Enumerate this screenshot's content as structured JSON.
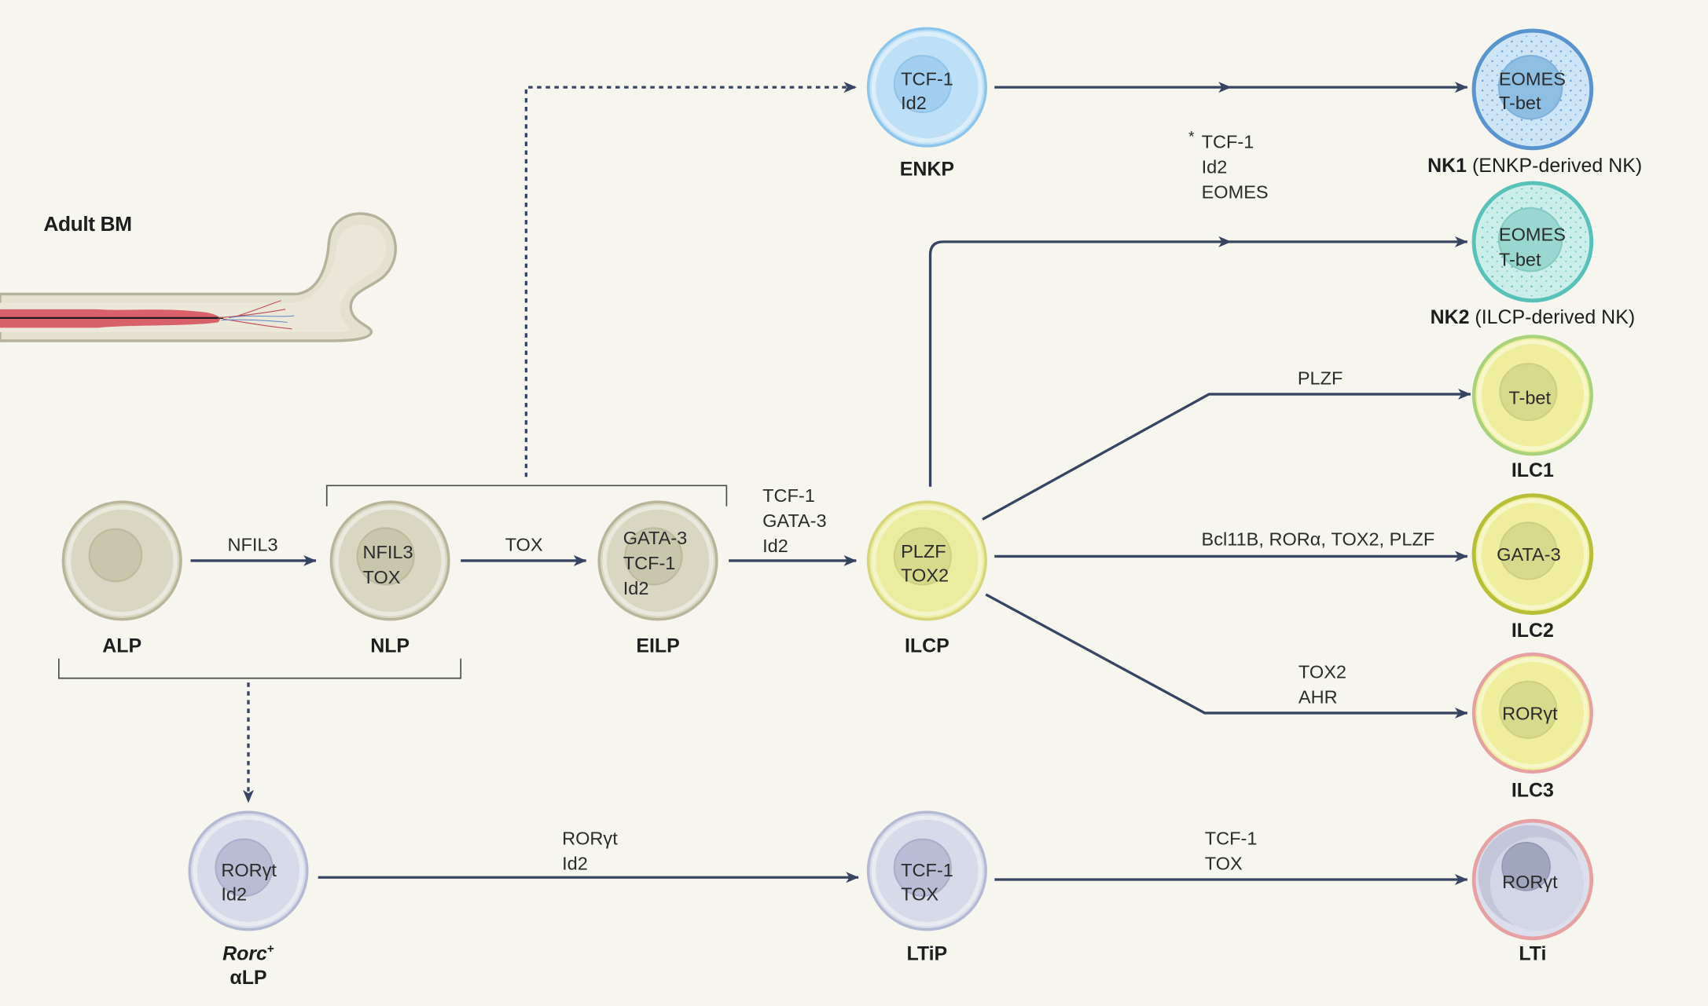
{
  "title": "Adult BM",
  "cells": {
    "alp": {
      "label": "ALP",
      "markers": []
    },
    "nlp": {
      "label": "NLP",
      "markers": [
        "NFIL3",
        "TOX"
      ]
    },
    "eilp": {
      "label": "EILP",
      "markers": [
        "GATA-3",
        "TCF-1",
        "Id2"
      ]
    },
    "ilcp": {
      "label": "ILCP",
      "markers": [
        "PLZF",
        "TOX2"
      ]
    },
    "enkp": {
      "label": "ENKP",
      "markers": [
        "TCF-1",
        "Id2"
      ]
    },
    "nk1": {
      "label": "NK1",
      "sublabel": " (ENKP-derived NK)",
      "markers": [
        "EOMES",
        "T-bet"
      ]
    },
    "nk2": {
      "label": "NK2",
      "sublabel": " (ILCP-derived NK)",
      "markers": [
        "EOMES",
        "T-bet"
      ]
    },
    "ilc1": {
      "label": "ILC1",
      "markers": [
        "T-bet"
      ]
    },
    "ilc2": {
      "label": "ILC2",
      "markers": [
        "GATA-3"
      ]
    },
    "ilc3": {
      "label": "ILC3",
      "markers": [
        "RORγt"
      ]
    },
    "alpha_lp": {
      "label_gene": "Rorc",
      "label_sup": "+",
      "label": "αLP",
      "markers": [
        "RORγt",
        "Id2"
      ]
    },
    "ltip": {
      "label": "LTiP",
      "markers": [
        "TCF-1",
        "TOX"
      ]
    },
    "lti": {
      "label": "LTi",
      "markers": [
        "RORγt"
      ]
    }
  },
  "arrows": {
    "alp_to_nlp": [
      "NFIL3"
    ],
    "nlp_to_eilp": [
      "TOX"
    ],
    "eilp_to_ilcp": [
      "TCF-1",
      "GATA-3",
      "Id2"
    ],
    "ilcp_to_ilc1": [
      "PLZF"
    ],
    "ilcp_to_ilc2": [
      "Bcl11B, RORα, TOX2, PLZF"
    ],
    "ilcp_to_ilc3": [
      "TOX2",
      "AHR"
    ],
    "nk_footnote": {
      "mark": "*",
      "factors": [
        "TCF-1",
        "Id2",
        "EOMES"
      ]
    },
    "alpha_lp_to_ltip": [
      "RORγt",
      "Id2"
    ],
    "ltip_to_lti": [
      "TCF-1",
      "TOX"
    ]
  }
}
